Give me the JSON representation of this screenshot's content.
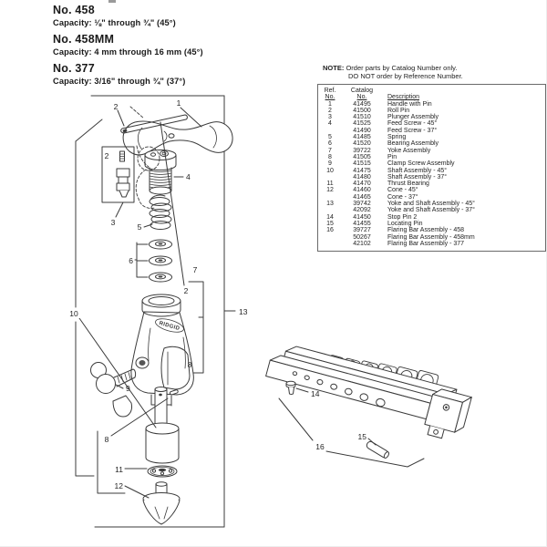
{
  "products": [
    {
      "model": "No. 458",
      "capacity": "Capacity: ⅛\" through ¾\" (45°)"
    },
    {
      "model": "No. 458MM",
      "capacity": "Capacity: 4 mm through 16 mm (45°)"
    },
    {
      "model": "No. 377",
      "capacity": "Capacity: 3/16\" through ¾\" (37°)"
    }
  ],
  "note": {
    "label": "NOTE:",
    "line1": "Order parts by Catalog Number only.",
    "line2": "DO NOT order by Reference Number."
  },
  "parts_table": {
    "headers": {
      "ref1": "Ref.",
      "ref2": "No.",
      "cat1": "Catalog",
      "cat2": "No.",
      "desc": "Description"
    },
    "rows": [
      {
        "ref": "1",
        "catalog": "41495",
        "description": "Handle with Pin"
      },
      {
        "ref": "2",
        "catalog": "41500",
        "description": "Roll Pin"
      },
      {
        "ref": "3",
        "catalog": "41510",
        "description": "Plunger Assembly"
      },
      {
        "ref": "4",
        "catalog": "41525",
        "description": "Feed Screw - 45°"
      },
      {
        "ref": "",
        "catalog": "41490",
        "description": "Feed Screw - 37°"
      },
      {
        "ref": "5",
        "catalog": "41485",
        "description": "Spring"
      },
      {
        "ref": "6",
        "catalog": "41520",
        "description": "Bearing Assembly"
      },
      {
        "ref": "7",
        "catalog": "39722",
        "description": "Yoke Assembly"
      },
      {
        "ref": "8",
        "catalog": "41505",
        "description": "Pin"
      },
      {
        "ref": "9",
        "catalog": "41515",
        "description": "Clamp Screw Assembly"
      },
      {
        "ref": "10",
        "catalog": "41475",
        "description": "Shaft Assembly - 45°"
      },
      {
        "ref": "",
        "catalog": "41480",
        "description": "Shaft Assembly - 37°"
      },
      {
        "ref": "11",
        "catalog": "41470",
        "description": "Thrust Bearing"
      },
      {
        "ref": "12",
        "catalog": "41460",
        "description": "Cone - 45°"
      },
      {
        "ref": "",
        "catalog": "41465",
        "description": "Cone - 37°"
      },
      {
        "ref": "13",
        "catalog": "39742",
        "description": "Yoke and Shaft Assembly - 45°"
      },
      {
        "ref": "",
        "catalog": "42092",
        "description": "Yoke and Shaft Assembly - 37°"
      },
      {
        "ref": "14",
        "catalog": "41450",
        "description": "Stop Pin 2"
      },
      {
        "ref": "15",
        "catalog": "41455",
        "description": "Locating Pin"
      },
      {
        "ref": "16",
        "catalog": "39727",
        "description": "Flaring Bar Assembly - 458"
      },
      {
        "ref": "",
        "catalog": "50267",
        "description": "Flaring Bar Assembly - 458mm"
      },
      {
        "ref": "",
        "catalog": "42102",
        "description": "Flaring Bar Assembly - 377"
      }
    ]
  },
  "diagram": {
    "brand": "RIDGID",
    "callouts": {
      "handle": "1",
      "roll_pin_top": "2",
      "roll_pin_box": "2",
      "plunger_assembly": "3",
      "feed_screw": "4",
      "spring": "5",
      "bearing_assembly": "6",
      "yoke_assembly": "7",
      "roll_pin_mid": "2",
      "shaft_assembly": "10",
      "yoke_shaft_assembly": "13",
      "pin_yoke": "8",
      "clamp_screw": "9",
      "pin_shaft": "8",
      "thrust_bearing": "11",
      "cone": "12",
      "stop_pin": "14",
      "locating_pin": "15",
      "flaring_bar": "16"
    }
  },
  "colors": {
    "line": "#3b3b3b",
    "text": "#1a1a1a"
  }
}
